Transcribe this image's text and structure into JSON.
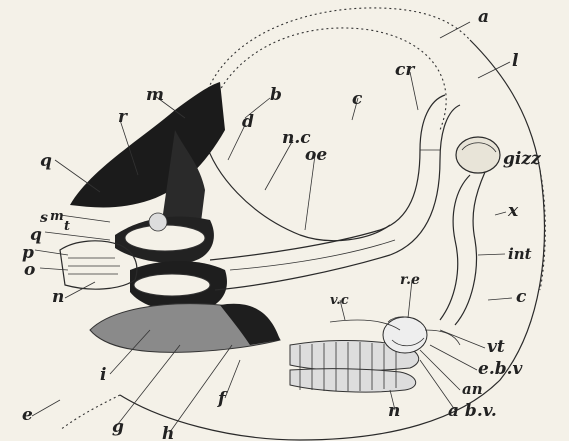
{
  "figure": {
    "labels": {
      "a_top": "a",
      "l": "l",
      "cr": "cr",
      "m": "m",
      "b": "b",
      "c_top": "c",
      "r": "r",
      "d": "d",
      "nc": "n.c",
      "oe": "oe",
      "gizz": "gizz",
      "q_upper": "q",
      "x": "x",
      "s": "s",
      "m_small": "m",
      "t": "t",
      "q_lower": "q",
      "p": "p",
      "o": "o",
      "int": "int",
      "re": "r.e",
      "vc": "v.c",
      "c_right": "c",
      "n_left": "n",
      "vt": "vt",
      "i": "i",
      "ebv": "e.b.v",
      "an": "an",
      "f": "f",
      "n_bottom": "n",
      "abv": "a b.v.",
      "e": "e",
      "g": "g",
      "h": "h"
    }
  }
}
